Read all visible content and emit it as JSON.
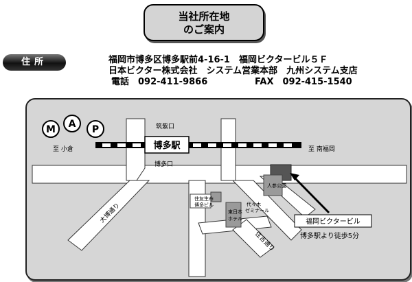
{
  "header": {
    "title_line1": "当社所在地",
    "title_line2": "のご案内"
  },
  "address": {
    "label": "住所",
    "line1": "福岡市博多区博多駅前4-16-1　福岡ビクタービル５Ｆ",
    "line2": "日本ビクター株式会社　システム営業本部　九州システム支店",
    "tel": "電話　092-411-9866",
    "fax": "FAX　092-415-1540"
  },
  "map": {
    "badge_letters": [
      "M",
      "A",
      "P"
    ],
    "labels": {
      "chikushi": "筑紫口",
      "hakata_station": "博多駅",
      "hakata_exit": "博多口",
      "to_kokura": "至 小倉",
      "to_minamifukuoka": "至 南福岡",
      "daihaku": "大博通り",
      "sumitomo_line1": "住友生命",
      "sumitomo_line2": "博多ビル",
      "hotel_line1": "東日本",
      "hotel_line2": "ホテル",
      "yoyogi_line1": "代々木",
      "yoyogi_line2": "ゼミナール",
      "ninoji": "人参公園",
      "sumiyoshi": "住吉通り",
      "target_building": "福岡ビクタービル",
      "walk": "博多駅より徒歩5分"
    },
    "colors": {
      "roads": "#ffffff",
      "background": "#d6d6d6",
      "target_building": "#555555",
      "buildings": "#9a9a9a"
    }
  }
}
